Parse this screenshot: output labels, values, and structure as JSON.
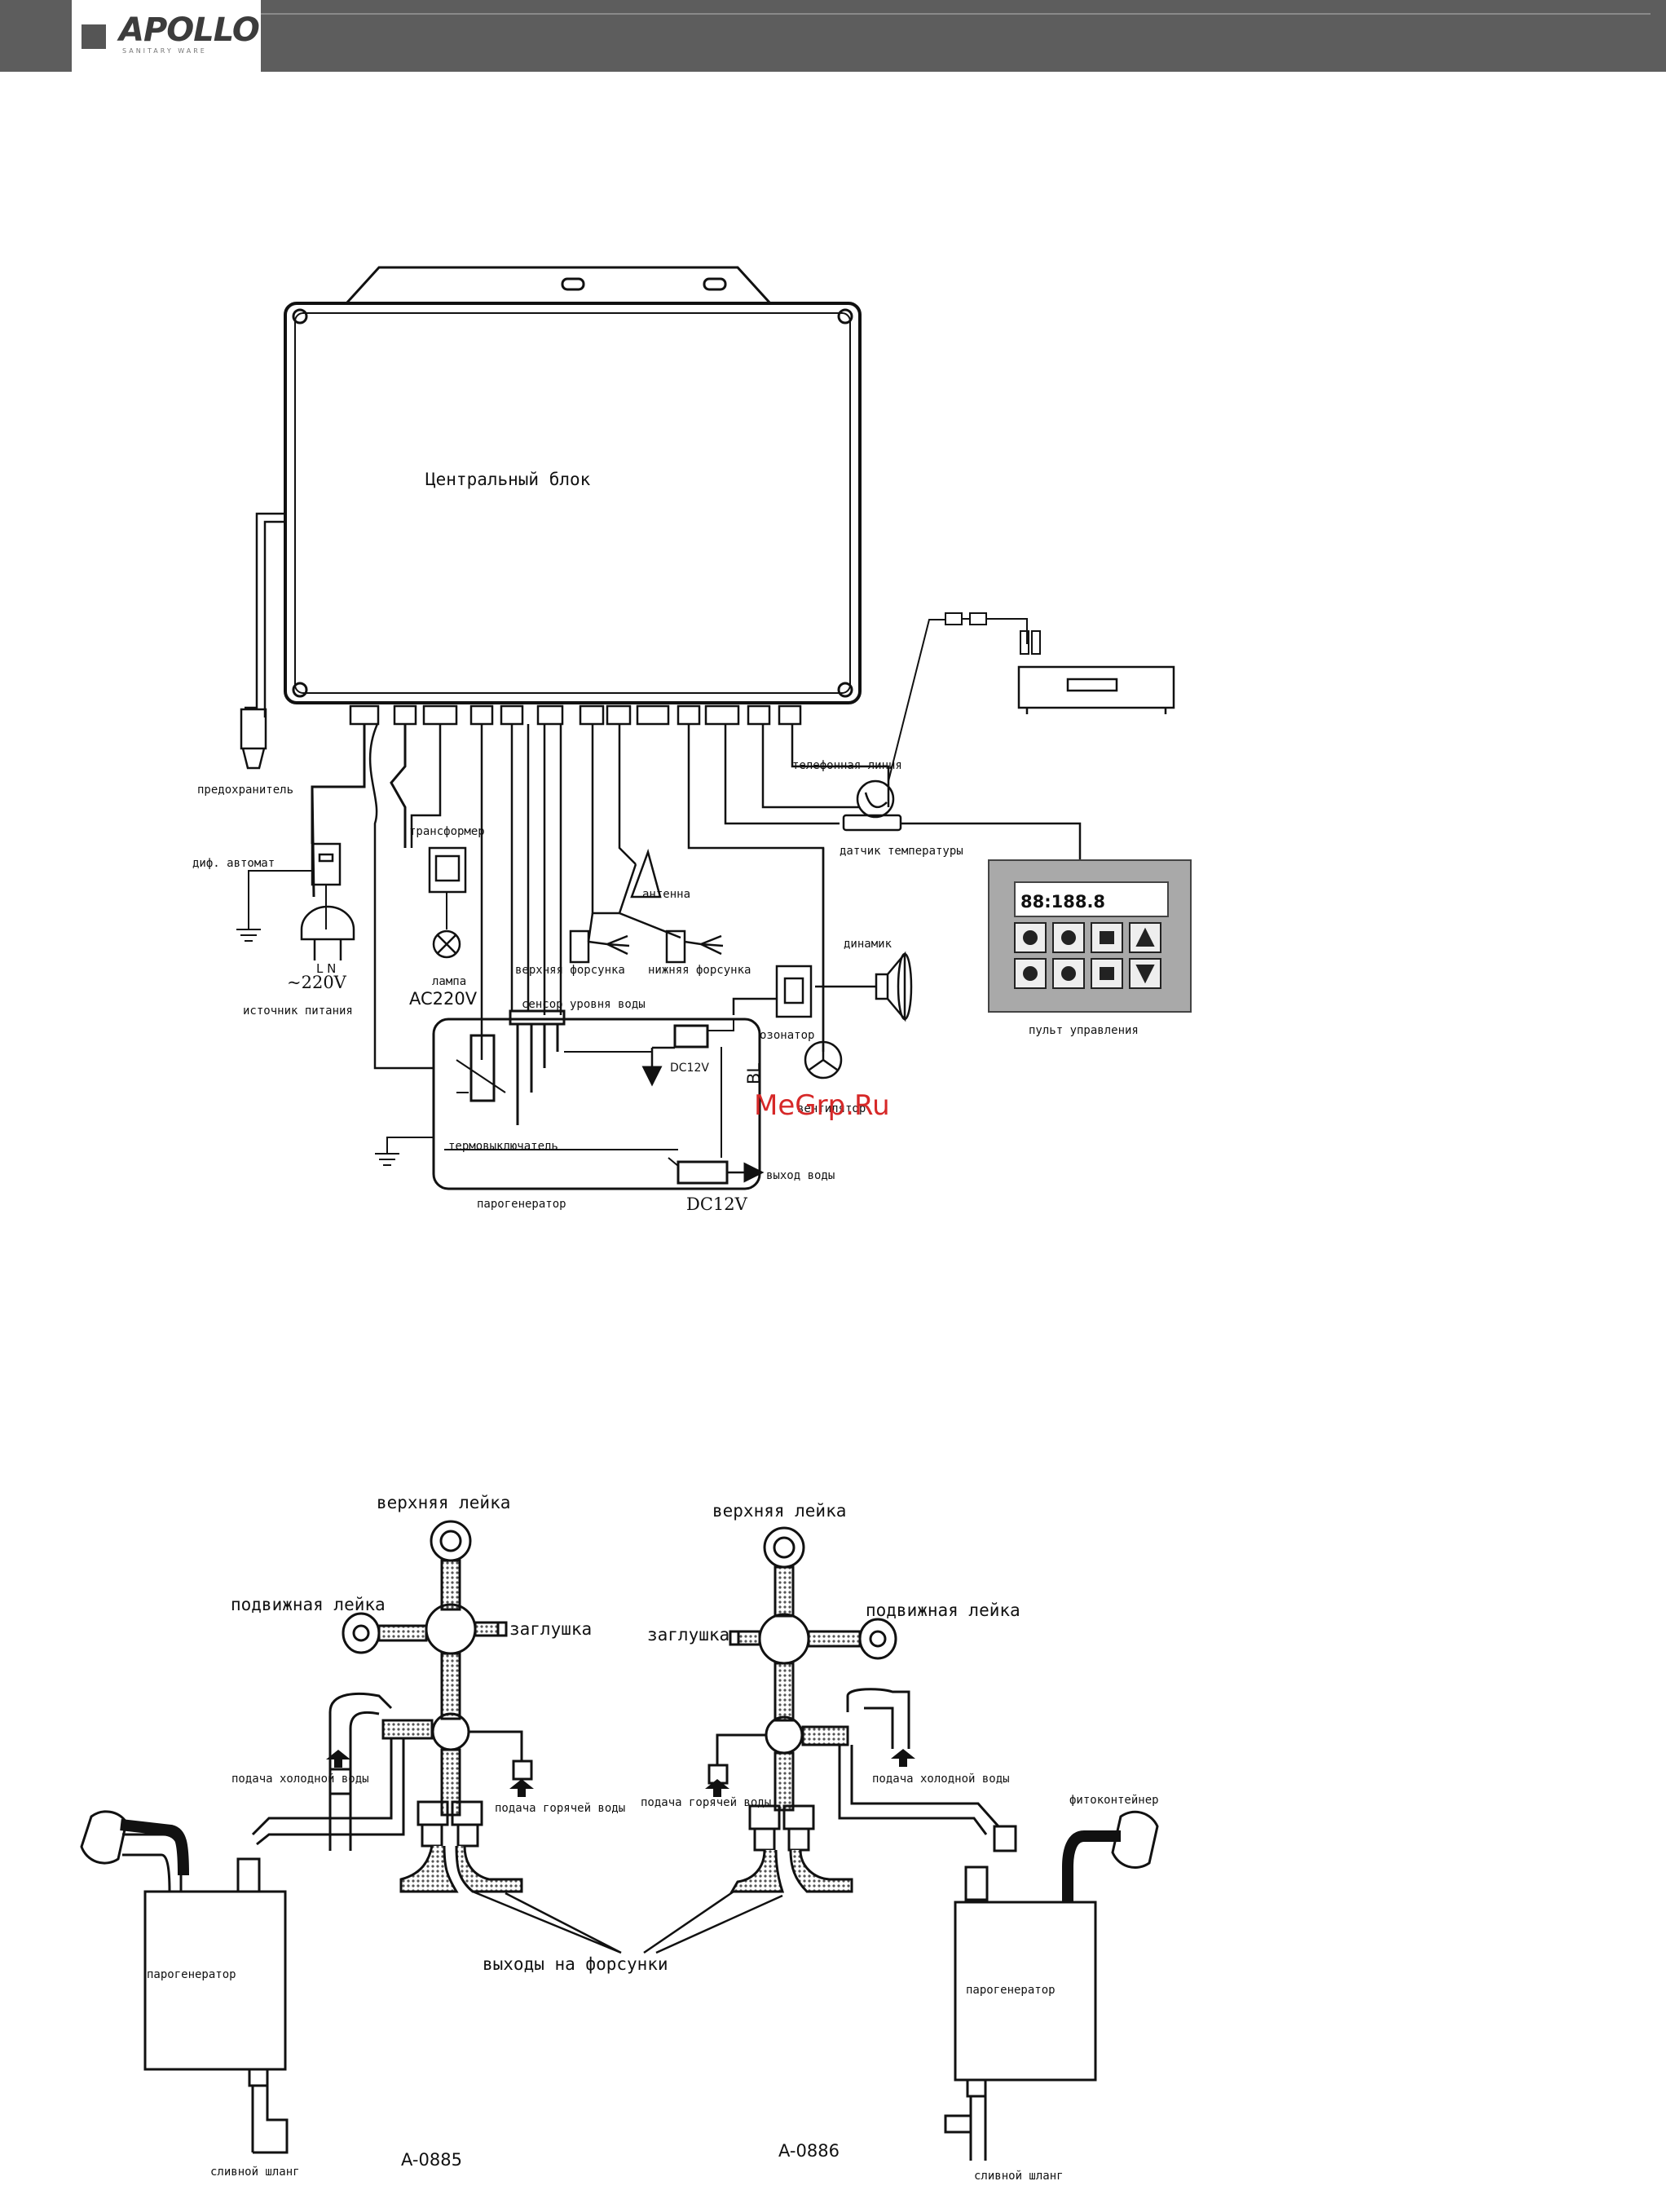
{
  "header": {
    "brand": "APOLLO",
    "brand_sub": "SANITARY WARE"
  },
  "wiring": {
    "central_unit": "Центральный блок",
    "fuse": "предохранитель",
    "diff_breaker": "диф. автомат",
    "power_source": "источник питания",
    "voltage_mains": "~220V",
    "l_n": "L N",
    "transformer": "трансформер",
    "lamp": "лампа",
    "lamp_voltage": "AC220V",
    "antenna": "антенна",
    "top_nozzle": "верхняя форсунка",
    "bottom_nozzle": "нижняя форсунка",
    "phone_line": "телефонная линия",
    "temp_sensor": "датчик температуры",
    "speaker": "динамик",
    "ozonator": "озонатор",
    "fan": "вентилятор",
    "control_panel": "пульт управления",
    "display_readout": "88:188.8",
    "water_level_sensor": "сенсор уровня воды",
    "thermoswitch": "термовыключатель",
    "steam_generator": "парогенератор",
    "water_outlet": "выход воды",
    "dc12v_top": "DC12V",
    "dc12v_bottom": "DC12V",
    "bl": "BL"
  },
  "plumbing": {
    "left": {
      "top_shower": "верхняя лейка",
      "movable_shower": "подвижная лейка",
      "plug": "заглушка",
      "cold_water": "подача холодной воды",
      "hot_water": "подача горячей воды",
      "steam_generator": "парогенератор",
      "drain_hose": "сливной шланг",
      "model": "A-0885"
    },
    "right": {
      "top_shower": "верхняя лейка",
      "movable_shower": "подвижная лейка",
      "plug": "заглушка",
      "cold_water": "подача холодной воды",
      "hot_water": "подача горячей воды",
      "phyto_container": "фитоконтейнер",
      "steam_generator": "парогенератор",
      "drain_hose": "сливной шланг",
      "model": "A-0886"
    },
    "nozzle_outputs": "выходы на форсунки"
  },
  "watermark": "MeGrp.Ru",
  "colors": {
    "header_bg": "#5d5d5d",
    "panel_bg": "#a9a9a9",
    "watermark": "#d62828"
  }
}
